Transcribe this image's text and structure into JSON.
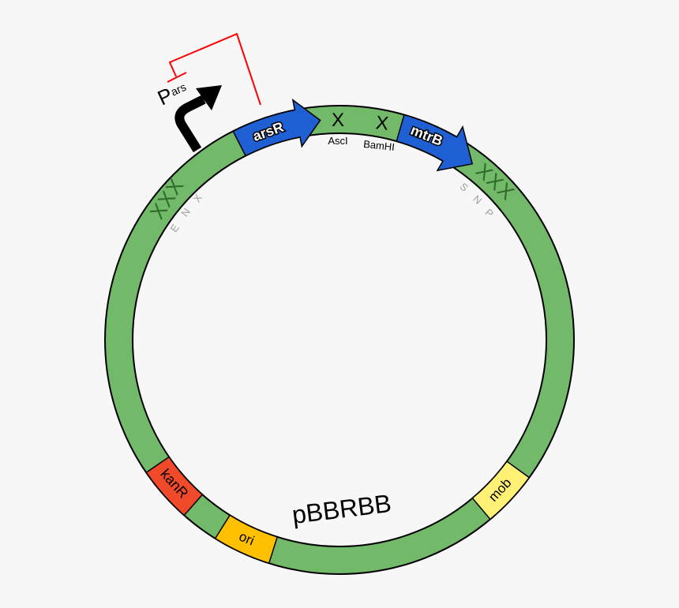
{
  "plasmid": {
    "name": "pBBRBB",
    "colors": {
      "backbone": "#72b96a",
      "gene": "#1f5fd4",
      "kanR": "#f04a2a",
      "ori": "#ffc000",
      "mob": "#fff176",
      "repression": "#ff0000",
      "promoter": "#000000",
      "restriction_mark": "#2f6b2a",
      "site_label": "#a0a0a0"
    },
    "promoter": {
      "label": "P",
      "subscript": "ars"
    },
    "genes": [
      {
        "label": "arsR"
      },
      {
        "label": "mtrB"
      }
    ],
    "restriction_sites": [
      {
        "mark": "X",
        "label": "AscI"
      },
      {
        "mark": "X",
        "label": "BamHI"
      }
    ],
    "prefix_sites": {
      "marks": "XXX",
      "letters": [
        "E",
        "N",
        "X"
      ]
    },
    "suffix_sites": {
      "marks": "XXX",
      "letters": [
        "S",
        "N",
        "P"
      ]
    },
    "features": [
      {
        "label": "kanR"
      },
      {
        "label": "ori"
      },
      {
        "label": "mob"
      }
    ]
  }
}
